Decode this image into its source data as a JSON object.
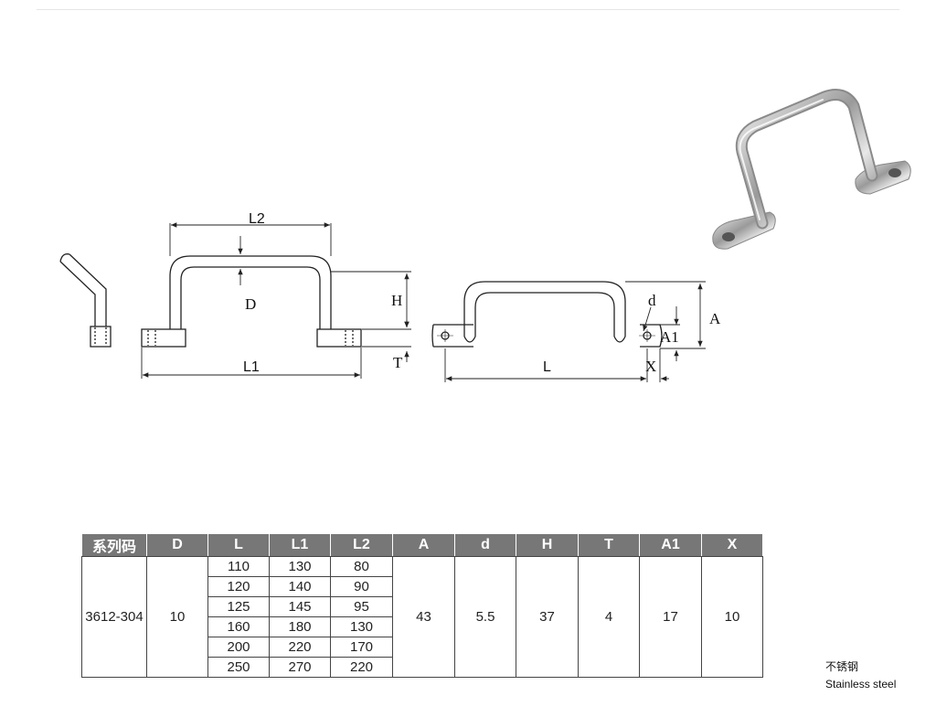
{
  "drawing": {
    "labels": {
      "l2": "L2",
      "l1": "L1",
      "d": "D",
      "h": "H",
      "t": "T",
      "l": "L",
      "d_small": "d",
      "a": "A",
      "a1": "A1",
      "x": "X"
    }
  },
  "table": {
    "headers": [
      "系列码",
      "D",
      "L",
      "L1",
      "L2",
      "A",
      "d",
      "H",
      "T",
      "A1",
      "X"
    ],
    "series_code": "3612-304",
    "D": "10",
    "rows": [
      {
        "L": "110",
        "L1": "130",
        "L2": "80"
      },
      {
        "L": "120",
        "L1": "140",
        "L2": "90"
      },
      {
        "L": "125",
        "L1": "145",
        "L2": "95"
      },
      {
        "L": "160",
        "L1": "180",
        "L2": "130"
      },
      {
        "L": "200",
        "L1": "220",
        "L2": "170"
      },
      {
        "L": "250",
        "L1": "270",
        "L2": "220"
      }
    ],
    "A": "43",
    "d": "5.5",
    "H": "37",
    "T": "4",
    "A1": "17",
    "X": "10"
  },
  "material": {
    "cn": "不锈钢",
    "en": "Stainless steel"
  },
  "colors": {
    "header_bg": "#777777",
    "line": "#222222"
  }
}
